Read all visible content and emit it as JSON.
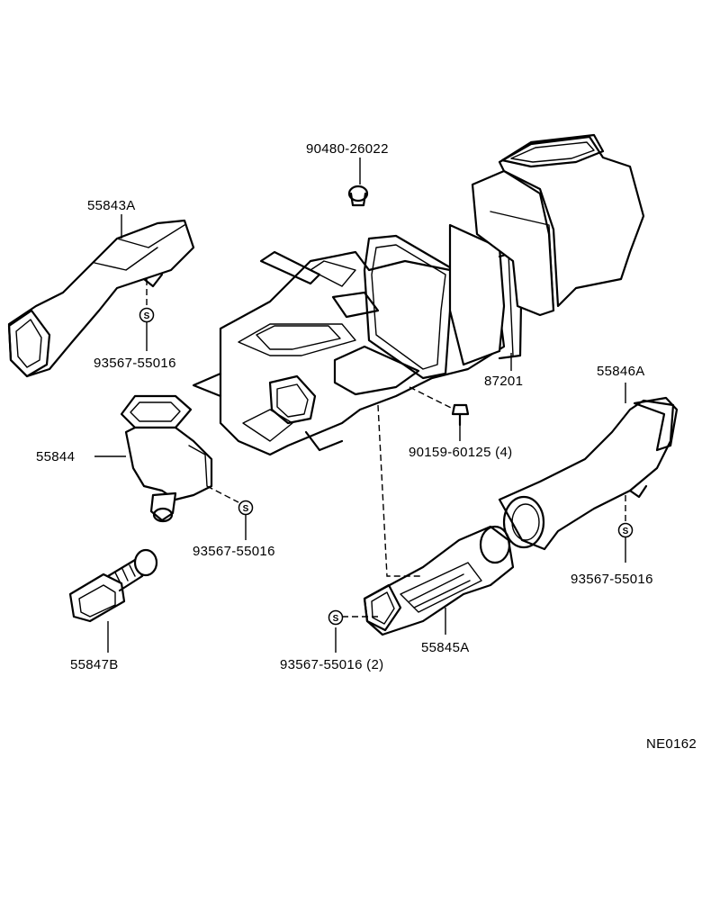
{
  "labels": {
    "p90480": "90480-26022",
    "p55843A": "55843A",
    "p93567_a": "93567-55016",
    "p87201": "87201",
    "p55846A": "55846A",
    "p90159": "90159-60125 (4)",
    "p55844": "55844",
    "p93567_b": "93567-55016",
    "p93567_c": "93567-55016",
    "p55847B": "55847B",
    "p93567_d": "93567-55016 (2)",
    "p55845A": "55845A",
    "ref": "NE0162"
  },
  "screw_symbol": "S",
  "colors": {
    "line": "#000000",
    "background": "#ffffff"
  }
}
